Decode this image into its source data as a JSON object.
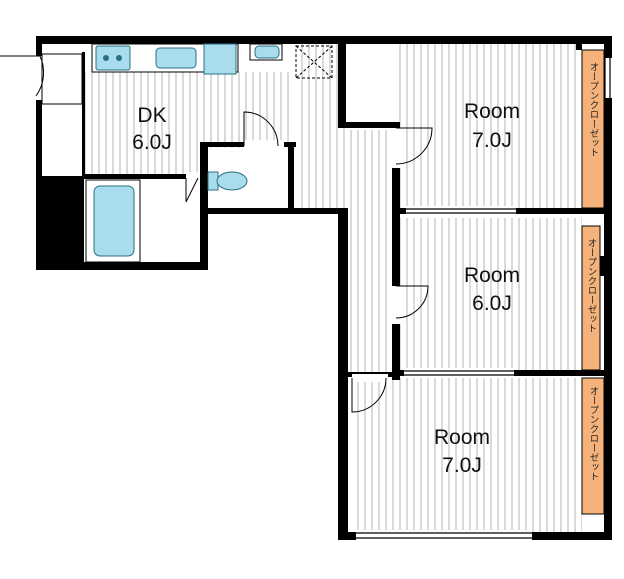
{
  "rooms": [
    {
      "id": "dk",
      "name": "DK",
      "size": "6.0J"
    },
    {
      "id": "room1",
      "name": "Room",
      "size": "7.0J"
    },
    {
      "id": "room2",
      "name": "Room",
      "size": "6.0J"
    },
    {
      "id": "room3",
      "name": "Room",
      "size": "7.0J"
    }
  ],
  "closets": [
    {
      "id": "closet1",
      "label": "オープンクローゼット"
    },
    {
      "id": "closet2",
      "label": "オープンクローゼット"
    },
    {
      "id": "closet3",
      "label": "オープンクローゼット"
    }
  ],
  "colors": {
    "wall": "#000000",
    "floor_stripe": "#b5b5b5",
    "fixture_fill": "#a9dcec",
    "fixture_stroke": "#2a6f86",
    "closet": "#f5b27a"
  }
}
